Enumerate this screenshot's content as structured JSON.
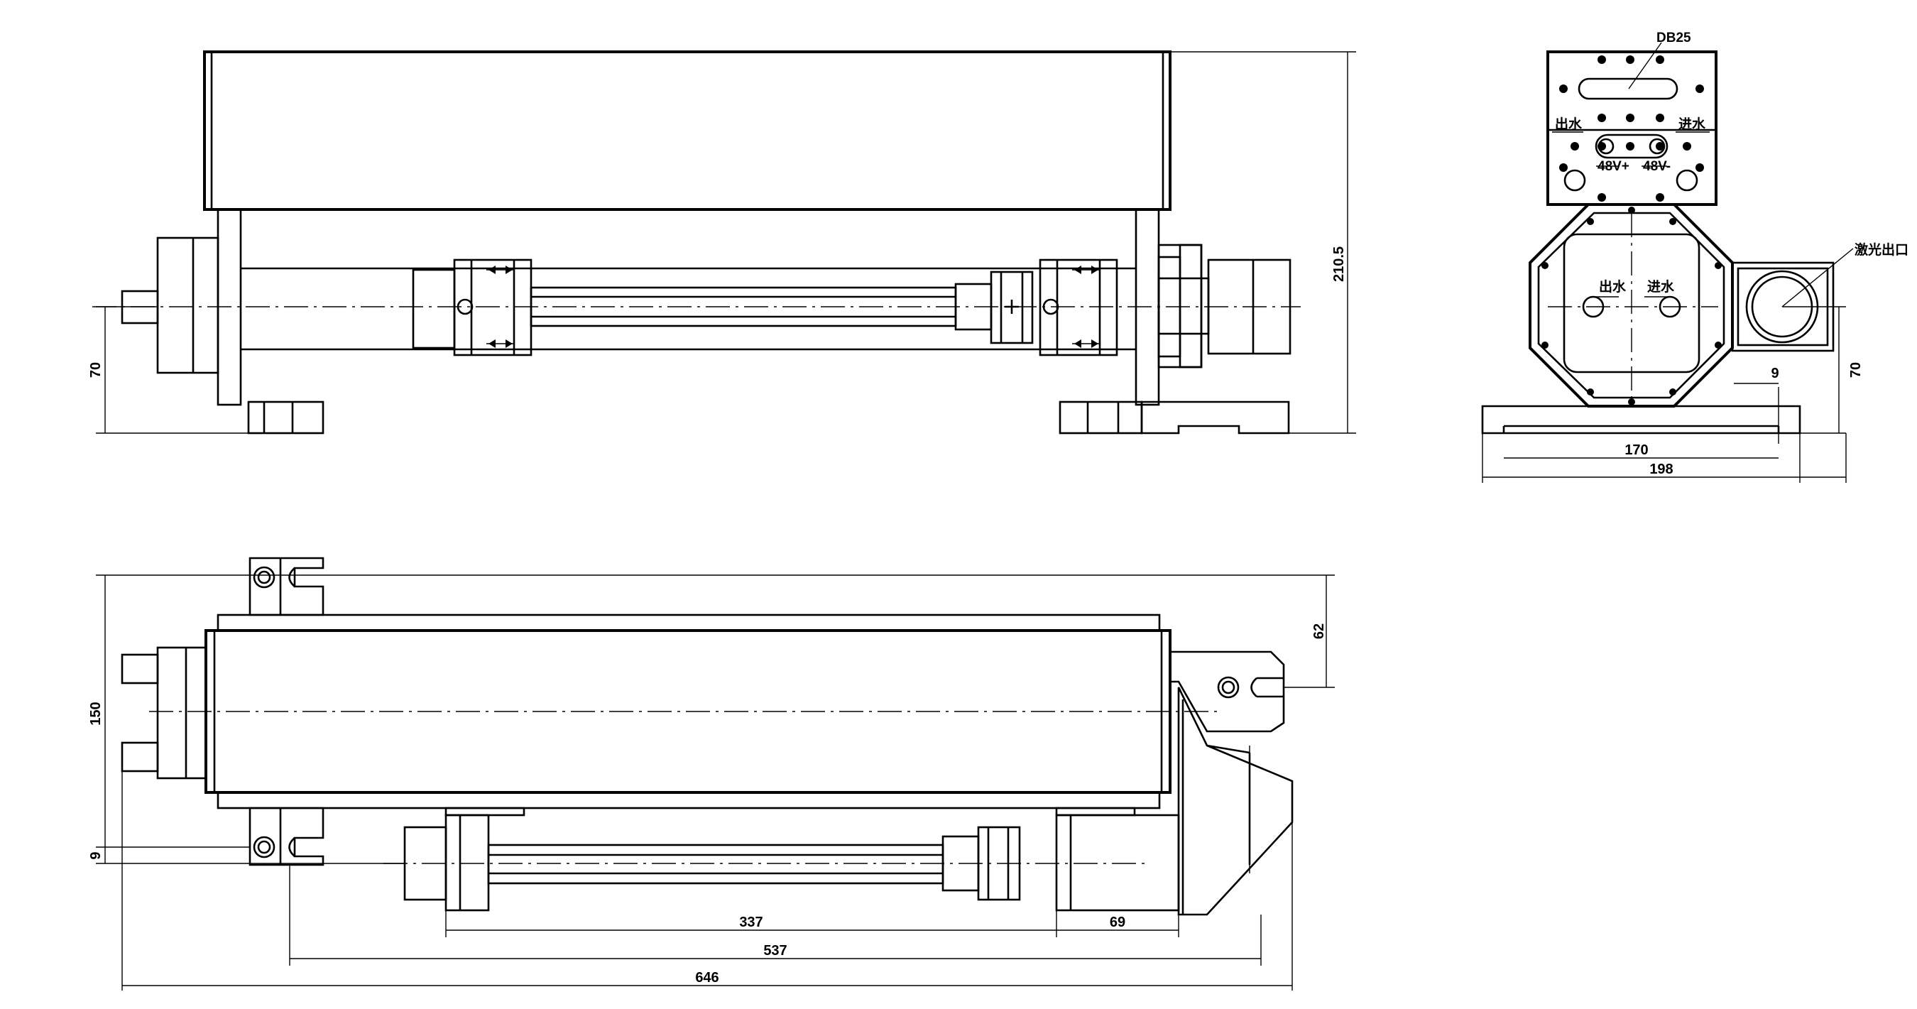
{
  "top_view": {
    "dim_height": "210.5",
    "dim_base": "70"
  },
  "side_view": {
    "connector_label": "DB25",
    "water_out_top": "出水",
    "water_in_top": "进水",
    "power_pos": "48V+",
    "power_neg": "48V-",
    "water_out_mid": "出水",
    "water_in_mid": "进水",
    "laser_exit": "激光出口",
    "dim_offset": "9",
    "dim_height": "70",
    "dim_inner_width": "170",
    "dim_outer_width": "198"
  },
  "bottom_view": {
    "dim_width": "150",
    "dim_offset": "9",
    "dim_ear": "62",
    "dim_rod": "337",
    "dim_end": "69",
    "dim_mount": "537",
    "dim_total": "646"
  }
}
